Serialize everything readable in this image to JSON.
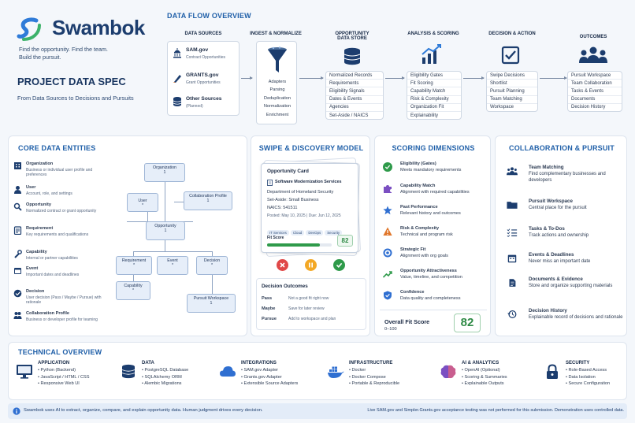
{
  "brand": {
    "name": "Swambok",
    "tagline_1": "Find the opportunity. Find the team.",
    "tagline_2": "Build the pursuit."
  },
  "spec": {
    "title": "PROJECT DATA SPEC",
    "subtitle": "From Data Sources to Decisions and Pursuits"
  },
  "flow": {
    "title": "DATA FLOW OVERVIEW",
    "sources_title": "DATA SOURCES",
    "sources": [
      {
        "name": "SAM.gov",
        "desc": "Contract Opportunities"
      },
      {
        "name": "GRANTS.gov",
        "desc": "Grant Opportunities"
      },
      {
        "name": "Other Sources",
        "desc": "(Planned)"
      }
    ],
    "ingest_title": "INGEST & NORMALIZE",
    "ingest_items": [
      "Adapters",
      "Parsing",
      "Deduplication",
      "Normalization",
      "Enrichment"
    ],
    "store_title_1": "OPPORTUNITY",
    "store_title_2": "DATA STORE",
    "store_items": [
      "Normalized Records",
      "Requirements",
      "Eligibility Signals",
      "Dates & Events",
      "Agencies",
      "Set-Aside / NAICS"
    ],
    "analysis_title": "ANALYSIS & SCORING",
    "analysis_items": [
      "Eligibility Gates",
      "Fit Scoring",
      "Capability Match",
      "Risk & Complexity",
      "Organization Fit",
      "Explainability"
    ],
    "decision_title": "DECISION & ACTION",
    "decision_items": [
      "Swipe Decisions",
      "Shortlist",
      "Pursuit Planning",
      "Team Matching",
      "Workspace"
    ],
    "outcomes_title": "OUTCOMES",
    "outcomes_items": [
      "Pursuit Workspace",
      "Team Collaboration",
      "Tasks & Events",
      "Documents",
      "Decision History"
    ]
  },
  "entities": {
    "title": "CORE DATA ENTITIES",
    "items": [
      {
        "name": "Organization",
        "desc": "Business or individual user profile and preferences"
      },
      {
        "name": "User",
        "desc": "Account, role, and settings"
      },
      {
        "name": "Opportunity",
        "desc": "Normalized contract or grant opportunity"
      },
      {
        "name": "Requirement",
        "desc": "Key requirements and qualifications"
      },
      {
        "name": "Capability",
        "desc": "Internal or partner capabilities"
      },
      {
        "name": "Event",
        "desc": "Important dates and deadlines"
      },
      {
        "name": "Decision",
        "desc": "User decision (Pass / Maybe / Pursue) with rationale"
      },
      {
        "name": "Collaboration Profile",
        "desc": "Business or developer profile for teaming"
      }
    ],
    "diagram": {
      "organization": "Organization",
      "organization_card": "1",
      "user": "User",
      "user_card": "*",
      "collab": "Collaboration Profile",
      "collab_card": "1",
      "opportunity": "Opportunity",
      "opportunity_card": "1",
      "requirement": "Requirement",
      "requirement_card": "*",
      "event": "Event",
      "event_card": "*",
      "decision": "Decision",
      "decision_card": "*",
      "capability": "Capability",
      "capability_card": "*",
      "pursuit": "Pursuit Workspace",
      "pursuit_card": "1"
    }
  },
  "swipe": {
    "title": "SWIPE & DISCOVERY MODEL",
    "card_title": "Opportunity Card",
    "service": "Software Modernization Services",
    "agency": "Department of Homeland Security",
    "set_aside": "Set-Aside: Small Business",
    "naics": "NAICS: 541511",
    "posted": "Posted: May 10, 2025",
    "due": "Due: Jun 12, 2025",
    "tags": [
      "IT Services",
      "Cloud",
      "DevOps",
      "Security"
    ],
    "fit_label": "Fit Score",
    "fit_value": "82",
    "fit_fraction": 0.82,
    "outcomes_title": "Decision Outcomes",
    "outcomes": [
      {
        "label": "Pass",
        "desc": "Not a good fit right now"
      },
      {
        "label": "Maybe",
        "desc": "Save for later review"
      },
      {
        "label": "Pursue",
        "desc": "Add to workspace and plan"
      }
    ]
  },
  "scoring": {
    "title": "SCORING DIMENSIONS",
    "items": [
      {
        "name": "Eligibility (Gates)",
        "desc": "Meets mandatory requirements",
        "color": "#2e9a4a"
      },
      {
        "name": "Capability Match",
        "desc": "Alignment with required capabilities",
        "color": "#7b4fc2"
      },
      {
        "name": "Past Performance",
        "desc": "Relevant history and outcomes",
        "color": "#2f6fd1"
      },
      {
        "name": "Risk & Complexity",
        "desc": "Technical and program risk",
        "color": "#e0762a"
      },
      {
        "name": "Strategic Fit",
        "desc": "Alignment with org goals",
        "color": "#2f6fd1"
      },
      {
        "name": "Opportunity Attractiveness",
        "desc": "Value, timeline, and competition",
        "color": "#2e9a4a"
      },
      {
        "name": "Confidence",
        "desc": "Data quality and completeness",
        "color": "#2f6fd1"
      }
    ],
    "overall_label": "Overall Fit Score",
    "overall_range": "0–100",
    "overall_value": "82"
  },
  "collab": {
    "title": "COLLABORATION & PURSUIT",
    "items": [
      {
        "name": "Team Matching",
        "desc": "Find complementary businesses and developers"
      },
      {
        "name": "Pursuit Workspace",
        "desc": "Central place for the pursuit"
      },
      {
        "name": "Tasks & To-Dos",
        "desc": "Track actions and ownership"
      },
      {
        "name": "Events & Deadlines",
        "desc": "Never miss an important date"
      },
      {
        "name": "Documents & Evidence",
        "desc": "Store and organize supporting materials"
      },
      {
        "name": "Decision History",
        "desc": "Explainable record of decisions and rationale"
      }
    ]
  },
  "tech": {
    "title": "TECHNICAL OVERVIEW",
    "columns": [
      {
        "title": "APPLICATION",
        "items": [
          "Python (Backend)",
          "JavaScript / HTML / CSS",
          "Responsive Web UI"
        ]
      },
      {
        "title": "DATA",
        "items": [
          "PostgreSQL Database",
          "SQLAlchemy ORM",
          "Alembic Migrations"
        ]
      },
      {
        "title": "INTEGRATIONS",
        "items": [
          "SAM.gov Adapter",
          "Grants.gov Adapter",
          "Extensible Source Adapters"
        ]
      },
      {
        "title": "INFRASTRUCTURE",
        "items": [
          "Docker",
          "Docker Compose",
          "Portable & Reproducible"
        ]
      },
      {
        "title": "AI & ANALYTICS",
        "items": [
          "OpenAI (Optional)",
          "Scoring & Summaries",
          "Explainable Outputs"
        ]
      },
      {
        "title": "SECURITY",
        "items": [
          "Role-Based Access",
          "Data Isolation",
          "Secure Configuration"
        ]
      }
    ]
  },
  "footer": {
    "left": "Swambok uses AI to extract, organize, compare, and explain opportunity data. Human judgment drives every decision.",
    "right": "Live SAM.gov and Simpler.Grants.gov acceptance testing was not performed for this submission. Demonstration uses controlled data."
  }
}
